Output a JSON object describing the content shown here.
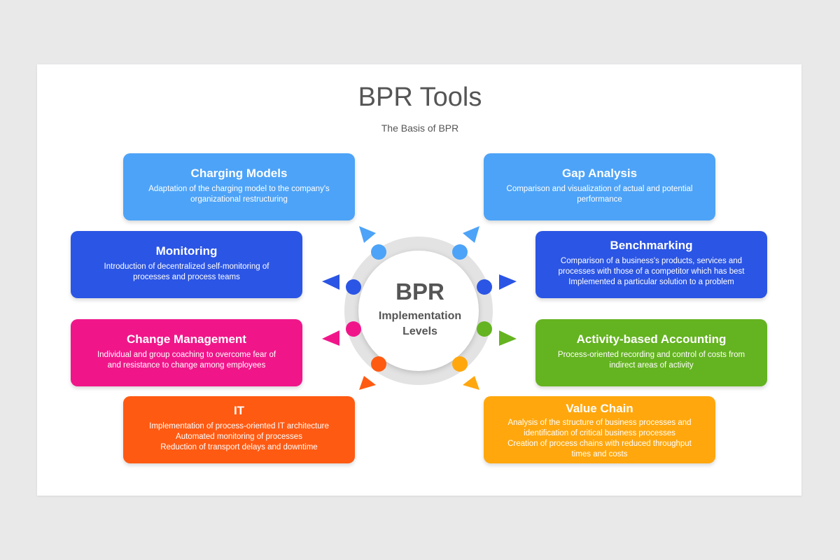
{
  "title": "BPR Tools",
  "subtitle": "The Basis of BPR",
  "center": {
    "title": "BPR",
    "subtitle_lines": [
      "Implementation",
      "Levels"
    ]
  },
  "colors": {
    "light_blue": "#4da3f7",
    "blue": "#2b55e4",
    "pink": "#f0168a",
    "orange_red": "#ff5a12",
    "green": "#64b320",
    "orange": "#ffa70d"
  },
  "cards": {
    "charging_models": {
      "title": "Charging Models",
      "lines": [
        "Adaptation of the charging model to the company's",
        "organizational restructuring"
      ]
    },
    "monitoring": {
      "title": "Monitoring",
      "lines": [
        "Introduction of decentralized self-monitoring of",
        "processes and process teams"
      ]
    },
    "change_management": {
      "title": "Change Management",
      "lines": [
        "Individual and group coaching to overcome fear of",
        "and resistance to change among employees"
      ]
    },
    "it": {
      "title": "IT",
      "lines": [
        "Implementation of process-oriented IT architecture",
        "Automated monitoring of processes",
        "Reduction of transport delays and downtime"
      ]
    },
    "gap_analysis": {
      "title": "Gap Analysis",
      "lines": [
        "Comparison and visualization of actual and potential",
        "performance"
      ]
    },
    "benchmarking": {
      "title": "Benchmarking",
      "lines": [
        "Comparison of a business's products, services and",
        "processes with those of a competitor which has best",
        "Implemented a particular solution to a problem"
      ]
    },
    "activity_based_accounting": {
      "title": "Activity-based Accounting",
      "lines": [
        "Process-oriented recording and control of costs from",
        "indirect areas of activity"
      ]
    },
    "value_chain": {
      "title": "Value Chain",
      "lines": [
        "Analysis of the structure of business processes and",
        "identification of critical business processes",
        "Creation of process chains with reduced throughput",
        "times and costs"
      ]
    }
  }
}
